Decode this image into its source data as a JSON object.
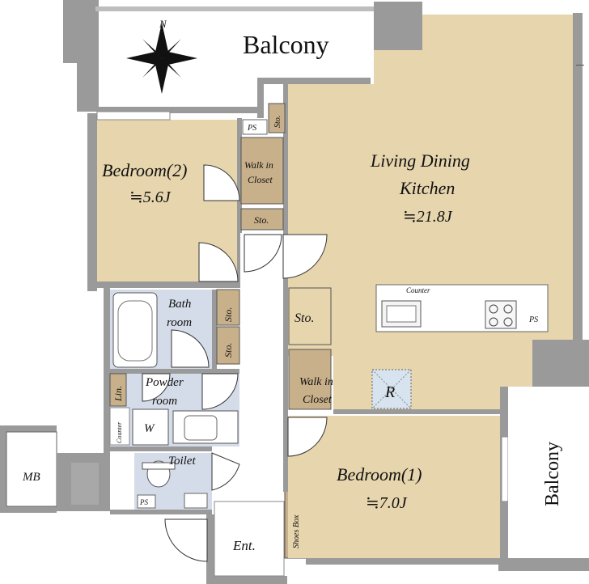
{
  "compass": {
    "north_label": "N"
  },
  "rooms": {
    "balcony_top": "Balcony",
    "balcony_right": "Balcony",
    "bedroom2_name": "Bedroom(2)",
    "bedroom2_size": "≒5.6J",
    "ldk_line1": "Living Dining",
    "ldk_line2": "Kitchen",
    "ldk_size": "≒21.8J",
    "bedroom1_name": "Bedroom(1)",
    "bedroom1_size": "≒7.0J",
    "bath_line1": "Bath",
    "bath_line2": "room",
    "powder_line1": "Powder",
    "powder_line2": "room",
    "toilet": "Toilet",
    "entrance": "Ent.",
    "mb": "MB"
  },
  "storage": {
    "sto_top": "Sto.",
    "sto_hall": "Sto.",
    "sto_ldk": "Sto.",
    "sto_bath1": "Sto.",
    "sto_bath2": "Sto.",
    "walkin1_line1": "Walk in",
    "walkin1_line2": "Closet",
    "walkin2_line1": "Walk in",
    "walkin2_line2": "Closet",
    "linen": "Lin.",
    "shoes_box": "Shoes Box"
  },
  "fixtures": {
    "counter_kitchen": "Counter",
    "counter_powder": "Counter",
    "ps_top": "PS",
    "ps_kitchen": "PS",
    "ps_toilet": "PS",
    "washer": "W",
    "refrigerator": "R"
  }
}
